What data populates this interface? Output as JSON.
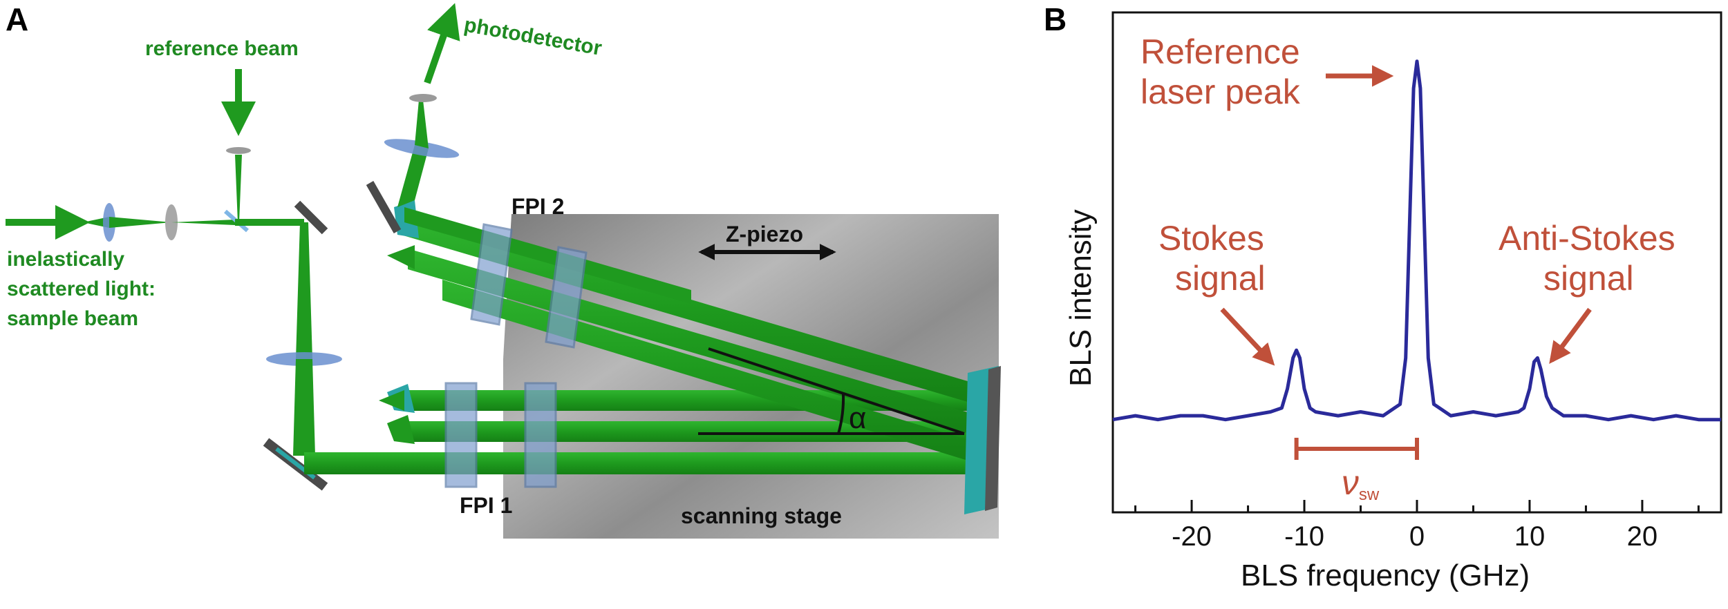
{
  "panel_a": {
    "letter": "A",
    "labels": {
      "reference_beam": "reference beam",
      "photodetector": "photodetector",
      "sample_beam_line1": "inelastically",
      "sample_beam_line2": "scattered light:",
      "sample_beam_line3": "sample beam",
      "fpi1": "FPI 1",
      "fpi2": "FPI 2",
      "z_piezo": "Z-piezo",
      "scanning_stage": "scanning stage",
      "alpha": "α"
    },
    "colors": {
      "beam": "#1f9a1f",
      "beam_label": "#1f8a22",
      "stage": "#9a9a9a",
      "mirror": "#555555",
      "mirror_edge": "#2aa6a6"
    }
  },
  "panel_b": {
    "letter": "B",
    "annotations": {
      "reference_line1": "Reference",
      "reference_line2": "laser peak",
      "stokes_line1": "Stokes",
      "stokes_line2": "signal",
      "antistokes_line1": "Anti-Stokes",
      "antistokes_line2": "signal",
      "nu_symbol": "ν",
      "nu_subscript": "sw"
    },
    "colors": {
      "trace": "#2a2a9a",
      "annotation": "#c0503a"
    }
  },
  "chart_data": {
    "type": "line",
    "xlabel": "BLS frequency (GHz)",
    "ylabel": "BLS intensity",
    "xlim": [
      -27,
      27
    ],
    "ylim": [
      0,
      1
    ],
    "xticks": [
      -20,
      -10,
      0,
      10,
      20
    ],
    "xtick_labels": [
      "-20",
      "-10",
      "0",
      "10",
      "20"
    ],
    "y_ticks_shown": false,
    "grid": false,
    "series": [
      {
        "x": [
          -27,
          -25,
          -23,
          -21,
          -19,
          -17,
          -15,
          -13,
          -12,
          -11.5,
          -11,
          -10.7,
          -10.4,
          -10,
          -9.5,
          -9,
          -7,
          -5,
          -3,
          -2,
          -1.5,
          -1,
          -0.6,
          -0.3,
          0,
          0.3,
          0.6,
          1,
          1.5,
          2,
          3,
          5,
          7,
          9,
          9.5,
          10,
          10.4,
          10.7,
          11,
          11.5,
          12,
          13,
          15,
          17,
          19,
          21,
          23,
          25,
          27
        ],
        "y": [
          0.04,
          0.05,
          0.04,
          0.05,
          0.05,
          0.04,
          0.05,
          0.06,
          0.07,
          0.12,
          0.2,
          0.22,
          0.2,
          0.12,
          0.07,
          0.06,
          0.05,
          0.06,
          0.05,
          0.07,
          0.08,
          0.2,
          0.6,
          0.9,
          0.97,
          0.9,
          0.6,
          0.2,
          0.08,
          0.07,
          0.05,
          0.06,
          0.05,
          0.06,
          0.07,
          0.12,
          0.19,
          0.2,
          0.17,
          0.1,
          0.07,
          0.05,
          0.05,
          0.04,
          0.05,
          0.04,
          0.05,
          0.04,
          0.04
        ]
      }
    ],
    "nu_sw_span": [
      -10.7,
      0
    ]
  }
}
